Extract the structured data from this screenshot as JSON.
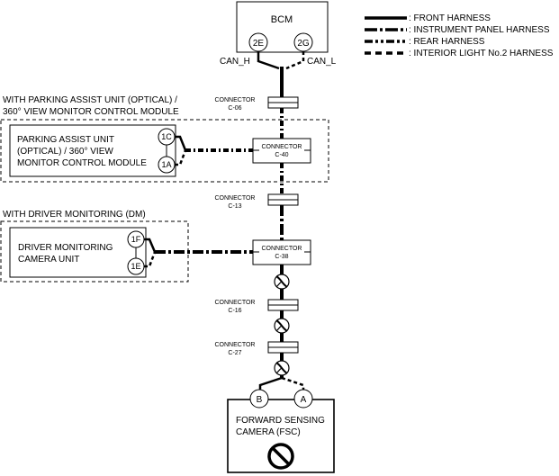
{
  "legend": {
    "front": ": FRONT HARNESS",
    "instrument": ": INSTRUMENT PANEL HARNESS",
    "rear": ": REAR HARNESS",
    "interior": ": INTERIOR LIGHT No.2 HARNESS"
  },
  "bcm": {
    "label": "BCM",
    "pin_left": "2E",
    "pin_right": "2G",
    "can_h": "CAN_H",
    "can_l": "CAN_L"
  },
  "connectors": {
    "c06": {
      "label": "CONNECTOR",
      "id": "C-06"
    },
    "c40": {
      "label": "CONNECTOR",
      "id": "C-40"
    },
    "c13": {
      "label": "CONNECTOR",
      "id": "C-13"
    },
    "c38": {
      "label": "CONNECTOR",
      "id": "C-38"
    },
    "c16": {
      "label": "CONNECTOR",
      "id": "C-16"
    },
    "c27": {
      "label": "CONNECTOR",
      "id": "C-27"
    }
  },
  "parking": {
    "group_line1": "WITH PARKING ASSIST UNIT (OPTICAL) /",
    "group_line2": "360° VIEW MONITOR CONTROL MODULE",
    "unit_line1": "PARKING ASSIST UNIT",
    "unit_line2": "(OPTICAL) / 360° VIEW",
    "unit_line3": "MONITOR CONTROL MODULE",
    "pin_top": "1C",
    "pin_bottom": "1A"
  },
  "dm": {
    "group_label": "WITH DRIVER MONITORING (DM)",
    "unit_line1": "DRIVER MONITORING",
    "unit_line2": "CAMERA UNIT",
    "pin_top": "1F",
    "pin_bottom": "1E"
  },
  "fsc": {
    "line1": "FORWARD SENSING",
    "line2": "CAMERA (FSC)",
    "pin_left": "B",
    "pin_right": "A"
  }
}
